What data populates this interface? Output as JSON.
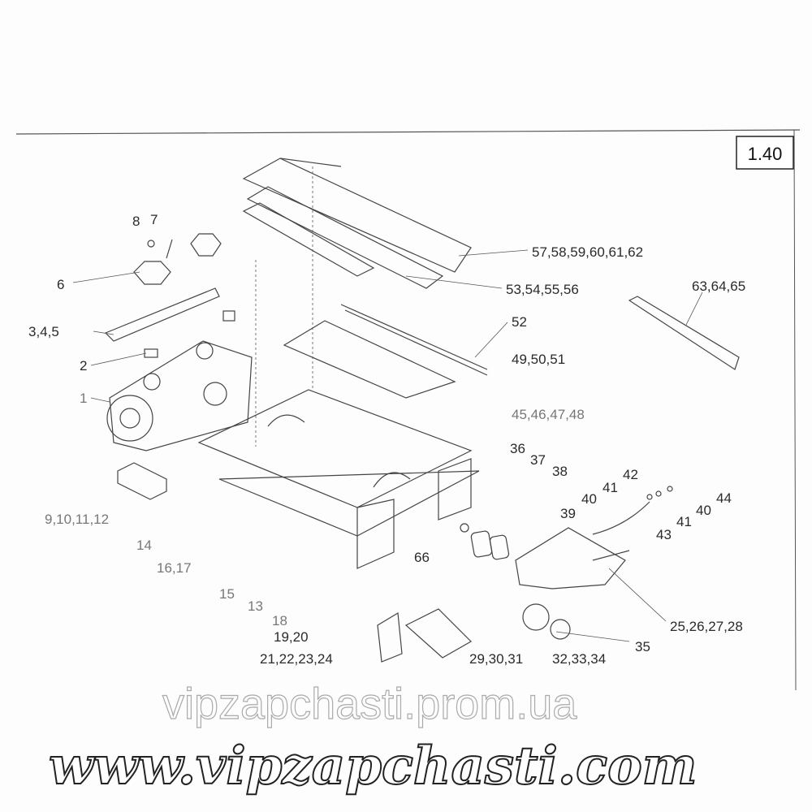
{
  "sheet_number": "1.40",
  "callouts": {
    "c1": "1",
    "c2": "2",
    "c345": "3,4,5",
    "c6": "6",
    "c7": "7",
    "c8": "8",
    "c9_12": "9,10,11,12",
    "c13": "13",
    "c14": "14",
    "c15": "15",
    "c16_17": "16,17",
    "c18": "18",
    "c19_20": "19,20",
    "c21_24": "21,22,23,24",
    "c25_28": "25,26,27,28",
    "c29_31": "29,30,31",
    "c32_34": "32,33,34",
    "c35": "35",
    "c36": "36",
    "c37": "37",
    "c38": "38",
    "c39": "39",
    "c40a": "40",
    "c41a": "41",
    "c42": "42",
    "c43": "43",
    "c41b": "41",
    "c40b": "40",
    "c44": "44",
    "c45_48": "45,46,47,48",
    "c49_51": "49,50,51",
    "c52": "52",
    "c53_56": "53,54,55,56",
    "c57_62": "57,58,59,60,61,62",
    "c63_65": "63,64,65",
    "c66": "66"
  },
  "watermarks": {
    "primary": "www.vipzapchasti.com",
    "secondary": "vipzapchasti.prom.ua"
  }
}
